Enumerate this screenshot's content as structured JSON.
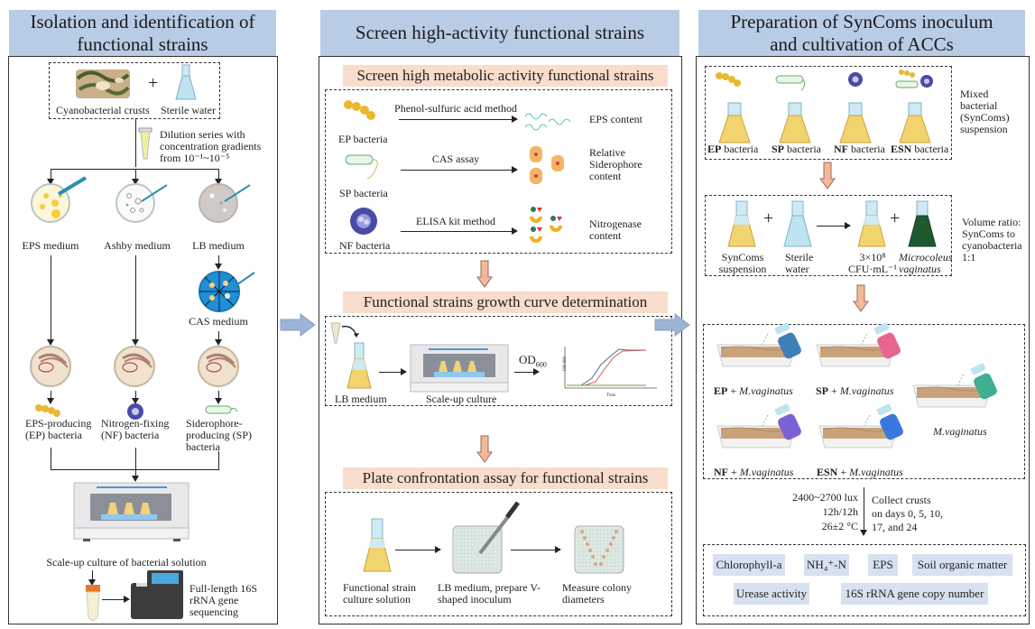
{
  "panels": [
    {
      "title": "Isolation and identification of functional strains",
      "source_items": [
        "Cyanobacterial crusts",
        "Sterile water"
      ],
      "plus": "+",
      "dilution_note": [
        "Dilution series with",
        "concentration gradients",
        "from 10⁻¹~10⁻⁵"
      ],
      "media": [
        "EPS medium",
        "Ashby medium",
        "LB medium"
      ],
      "cas_medium": "CAS medium",
      "bacteria": [
        [
          "EPS-producing",
          "(EP) bacteria"
        ],
        [
          "Nitrogen-fixing",
          "(NF) bacteria"
        ],
        [
          "Siderophore-",
          "producing (SP)",
          "bacteria"
        ]
      ],
      "scale_up": "Scale-up culture of bacterial solution",
      "sequencing": [
        "Full-length 16S",
        "rRNA gene",
        "sequencing"
      ]
    },
    {
      "title": "Screen high-activity functional strains",
      "sections": [
        {
          "heading": "Screen high metabolic activity functional strains",
          "rows": [
            {
              "input": "EP bacteria",
              "method": "Phenol-sulfuric acid method",
              "output": [
                "EPS content"
              ]
            },
            {
              "input": "SP bacteria",
              "method": "CAS assay",
              "output": [
                "Relative",
                "Siderophore",
                "content"
              ]
            },
            {
              "input": "NF bacteria",
              "method": "ELISA kit method",
              "output": [
                "Nitrogenase",
                "content"
              ]
            }
          ]
        },
        {
          "heading": "Functional strains growth curve determination",
          "steps": [
            "LB medium",
            "Scale-up culture"
          ],
          "od_label": "OD",
          "od_sub": "600",
          "chart_y": "OD 600",
          "chart_x": "Time"
        },
        {
          "heading": "Plate confrontation assay for functional strains",
          "steps": [
            [
              "Functional strain",
              "culture solution"
            ],
            [
              "LB medium, prepare V-",
              "shaped inoculum"
            ],
            [
              "Measure colony",
              "diameters"
            ]
          ]
        }
      ]
    },
    {
      "title": "Preparation of SynComs inoculum and cultivation of ACCs",
      "flasks": [
        {
          "bold": "EP",
          "rest": " bacteria"
        },
        {
          "bold": "SP",
          "rest": " bacteria"
        },
        {
          "bold": "NF",
          "rest": " bacteria"
        },
        {
          "bold": "ESN",
          "rest": " bacteria"
        }
      ],
      "mixed_note": [
        "Mixed",
        "bacterial",
        "(SynComs)",
        "suspension"
      ],
      "mix_items": [
        [
          "SynComs",
          "suspension"
        ],
        [
          "Sterile",
          "water"
        ],
        [
          "3×10⁸",
          "CFU·mL⁻¹"
        ],
        [
          "Microcoleus",
          "vaginatus"
        ]
      ],
      "ratio_note": [
        "Volume ratio:",
        "SynComs to",
        "cyanobacteria",
        " 1:1"
      ],
      "trays": [
        {
          "bold": "EP",
          "rest": " + ",
          "italic": "M.vaginatus",
          "bottle": "#3f7fb8"
        },
        {
          "bold": "SP",
          "rest": " + ",
          "italic": "M.vaginatus",
          "bottle": "#e8668e"
        },
        {
          "bold": "",
          "rest": "",
          "italic": "M.vaginatus",
          "bottle": "#3fae93"
        },
        {
          "bold": "NF",
          "rest": " + ",
          "italic": "M.vaginatus",
          "bottle": "#7a62d6"
        },
        {
          "bold": "ESN",
          "rest": " + ",
          "italic": "M.vaginatus",
          "bottle": "#3a78e0"
        }
      ],
      "conditions": [
        "2400~2700 lux",
        "12h/12h",
        "26±2 °C"
      ],
      "collect": [
        "Collect  crusts",
        "on days 0, 5, 10,",
        "17, and 24"
      ],
      "metrics": [
        "Chlorophyll-a",
        "NH₄⁺-N",
        "EPS",
        "Soil organic matter",
        "Urease activity",
        "16S rRNA gene copy number"
      ]
    }
  ],
  "colors": {
    "title_bg": "#b9cce6",
    "subtitle_bg": "#f9dccb",
    "metric_bg": "#d7e1ef",
    "arrow_blue": "#9db4d6",
    "arrow_peach": "#f2b89a",
    "medium_yellow": "#f2cf6b",
    "bacteria_yellow": "#e8b830",
    "nf_purple": "#4a4aa8",
    "cyano_green": "#1e5a2e"
  }
}
